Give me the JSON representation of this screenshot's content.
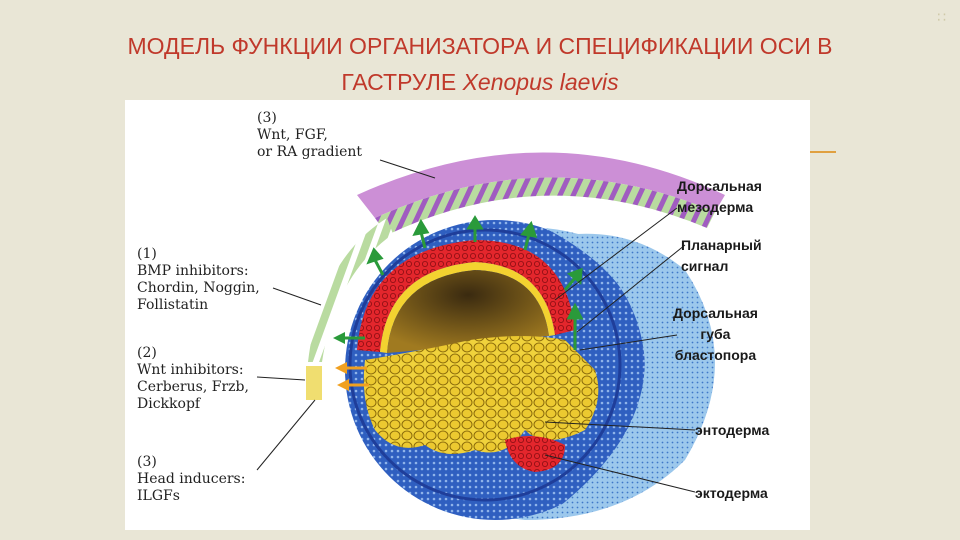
{
  "slide": {
    "title_line1": "МОДЕЛЬ ФУНКЦИИ ОРГАНИЗАТОРА И СПЕЦИФИКАЦИИ ОСИ В",
    "title_line2_plain": "ГАСТРУЛЕ ",
    "title_line2_italic": "Xenopus laevis",
    "corner_glyph": "∷"
  },
  "diagram": {
    "left_labels": {
      "wnt_gradient": {
        "num": "(3)",
        "l1": "Wnt, FGF,",
        "l2": "or RA gradient"
      },
      "bmp": {
        "num": "(1)",
        "l1": "BMP inhibitors:",
        "l2": "Chordin, Noggin,",
        "l3": "Follistatin"
      },
      "wnt_inh": {
        "num": "(2)",
        "l1": "Wnt inhibitors:",
        "l2": "Cerberus, Frzb,",
        "l3": "Dickkopf"
      },
      "head": {
        "num": "(3)",
        "l1": "Head inducers:",
        "l2": "ILGFs"
      }
    },
    "right_labels": {
      "dorsal_mesoderm_1": "Дорсальная",
      "dorsal_mesoderm_2": "мезодерма",
      "planar_1": "Планарный",
      "planar_2": "сигнал",
      "lip_1": "Дорсальная",
      "lip_2": "губа",
      "lip_3": "бластопора",
      "endoderm": "энтодерма",
      "ectoderm": "эктодерма"
    },
    "colors": {
      "title": "#c0392b",
      "purple_band": "#cc8fd6",
      "green_band": "#b9dba0",
      "yellow_band": "#f0de70",
      "blue": "#2a55b8",
      "red": "#e0202a",
      "yolk": "#e8c93a",
      "light_blue": "#8fc2e8"
    }
  }
}
